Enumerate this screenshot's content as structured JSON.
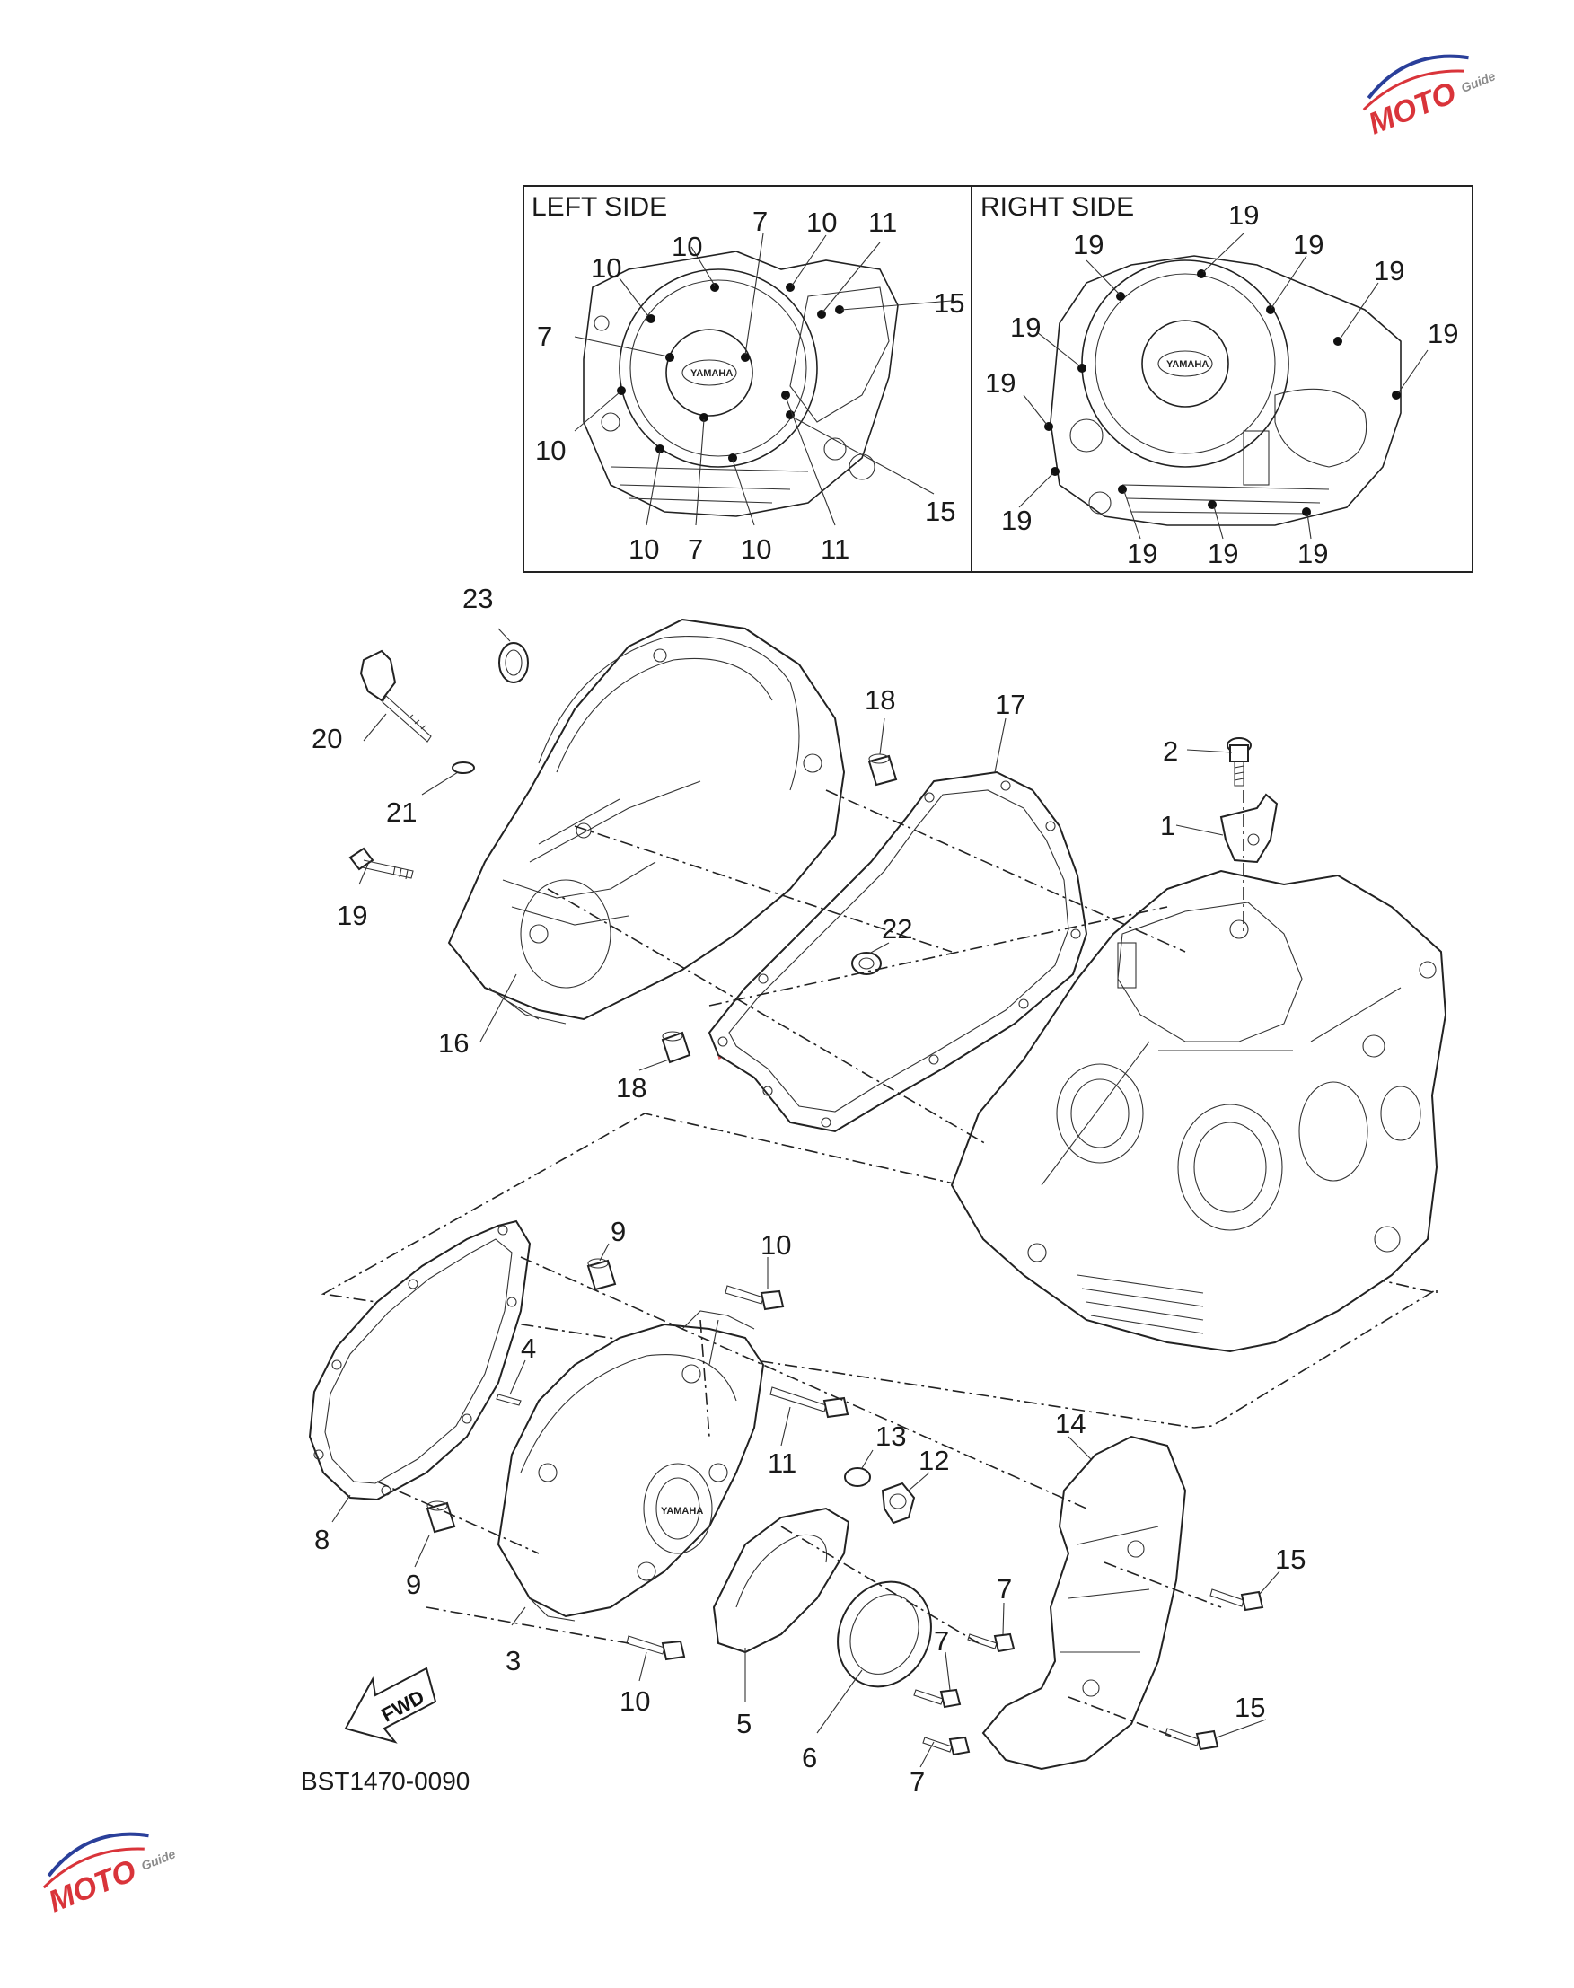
{
  "panels": {
    "left_title": "LEFT SIDE",
    "right_title": "RIGHT SIDE",
    "left_callouts": [
      "7",
      "10",
      "11",
      "10",
      "10",
      "15",
      "7",
      "10",
      "15",
      "10",
      "7",
      "10",
      "11"
    ],
    "right_callouts": [
      "19",
      "19",
      "19",
      "19",
      "19",
      "19",
      "19",
      "19",
      "19",
      "19",
      "19"
    ]
  },
  "brand_text": "YAMAHA",
  "fwd_label": "FWD",
  "diagram_code": "BST1470-0090",
  "watermark": {
    "text": "MOTO",
    "sub": "Guide",
    "colors": {
      "red": "#d9343a",
      "gray": "#8a8a8a",
      "blue": "#2a3f9a"
    }
  },
  "callouts": [
    "1",
    "2",
    "3",
    "4",
    "5",
    "6",
    "7",
    "7",
    "7",
    "8",
    "9",
    "9",
    "10",
    "10",
    "11",
    "12",
    "13",
    "14",
    "15",
    "15",
    "16",
    "17",
    "18",
    "18",
    "19",
    "20",
    "21",
    "22",
    "23"
  ]
}
